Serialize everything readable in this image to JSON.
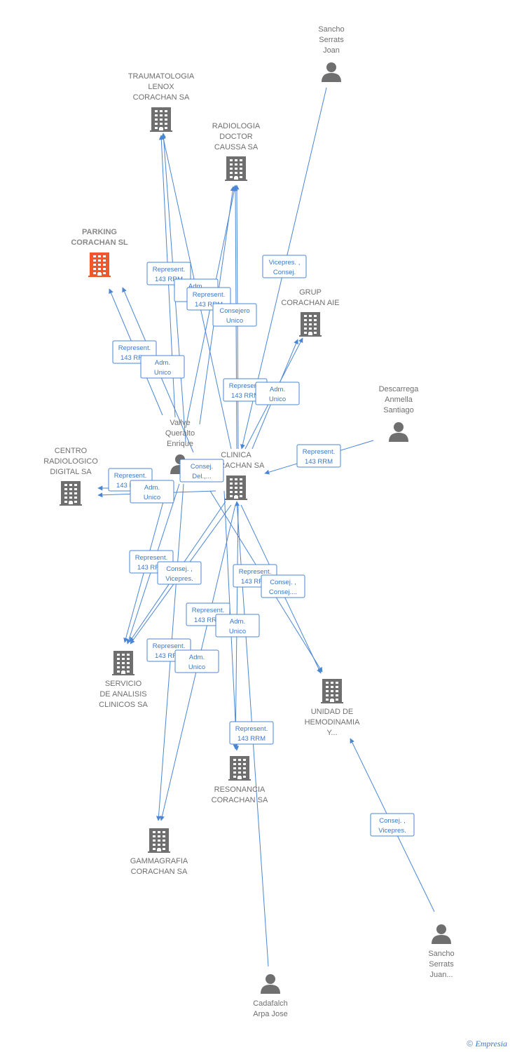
{
  "colors": {
    "edge": "#4a86d4",
    "company": "#6f6f6f",
    "company_highlight": "#f0582a",
    "person": "#6f6f6f"
  },
  "nodes": [
    {
      "id": "traumatologia",
      "type": "company",
      "label": [
        "TRAUMATOLOGIA",
        "LENOX",
        "CORACHAN SA"
      ]
    },
    {
      "id": "radiologia",
      "type": "company",
      "label": [
        "RADIOLOGIA",
        "DOCTOR",
        "CAUSSA SA"
      ]
    },
    {
      "id": "parking",
      "type": "company",
      "highlight": true,
      "label": [
        "PARKING",
        "CORACHAN SL"
      ]
    },
    {
      "id": "grup",
      "type": "company",
      "label": [
        "GRUP",
        "CORACHAN AIE"
      ]
    },
    {
      "id": "centro",
      "type": "company",
      "label": [
        "CENTRO",
        "RADIOLOGICO",
        "DIGITAL SA"
      ]
    },
    {
      "id": "clinica",
      "type": "company",
      "label": [
        "CLINICA",
        "CORACHAN SA"
      ]
    },
    {
      "id": "servicio",
      "type": "company",
      "label": [
        "SERVICIO",
        "DE ANALISIS",
        "CLINICOS SA"
      ]
    },
    {
      "id": "unidad",
      "type": "company",
      "label": [
        "UNIDAD DE",
        "HEMODINAMIA",
        "Y..."
      ]
    },
    {
      "id": "resonancia",
      "type": "company",
      "label": [
        "RESONANCIA",
        "CORACHAN SA"
      ]
    },
    {
      "id": "gammagrafia",
      "type": "company",
      "label": [
        "GAMMAGRAFIA",
        "CORACHAN SA"
      ]
    },
    {
      "id": "sancho_joan",
      "type": "person",
      "label": [
        "Sancho",
        "Serrats",
        "Joan"
      ]
    },
    {
      "id": "vallve",
      "type": "person",
      "label": [
        "Vallve",
        "Queralto",
        "Enrique"
      ]
    },
    {
      "id": "descarrega",
      "type": "person",
      "label": [
        "Descarrega",
        "Anmella",
        "Santiago"
      ]
    },
    {
      "id": "sancho_juan",
      "type": "person",
      "label": [
        "Sancho",
        "Serrats",
        "Juan..."
      ]
    },
    {
      "id": "cadafalch",
      "type": "person",
      "label": [
        "Cadafalch",
        "Arpa Jose"
      ]
    }
  ],
  "edge_labels": [
    {
      "id": "l1",
      "lines": [
        "Represent.",
        "143 RRM"
      ]
    },
    {
      "id": "l2",
      "lines": [
        "Adm.",
        "Unico"
      ]
    },
    {
      "id": "l3",
      "lines": [
        "Represent.",
        "143 RRM"
      ]
    },
    {
      "id": "l4",
      "lines": [
        "Consejero",
        "Unico"
      ]
    },
    {
      "id": "l5",
      "lines": [
        "Vicepres. ,",
        "Consej."
      ]
    },
    {
      "id": "l6",
      "lines": [
        "Represent.",
        "143 RRM"
      ]
    },
    {
      "id": "l7",
      "lines": [
        "Adm.",
        "Unico"
      ]
    },
    {
      "id": "l8",
      "lines": [
        "Represent.",
        "143 RRM"
      ]
    },
    {
      "id": "l9",
      "lines": [
        "Adm.",
        "Unico"
      ]
    },
    {
      "id": "l10",
      "lines": [
        "Represent.",
        "143 RRM"
      ]
    },
    {
      "id": "l11",
      "lines": [
        "Represent.",
        "143 RRM"
      ]
    },
    {
      "id": "l12",
      "lines": [
        "Adm.",
        "Unico"
      ]
    },
    {
      "id": "l13",
      "lines": [
        "Consej.",
        "Del.,..."
      ]
    },
    {
      "id": "l14",
      "lines": [
        "Represent.",
        "143 RRM"
      ]
    },
    {
      "id": "l15",
      "lines": [
        "Consej. ,",
        "Vicepres."
      ]
    },
    {
      "id": "l16",
      "lines": [
        "Represent.",
        "143 RRM"
      ]
    },
    {
      "id": "l17",
      "lines": [
        "Consej. ,",
        "Consej...."
      ]
    },
    {
      "id": "l18",
      "lines": [
        "Represent.",
        "143 RRM"
      ]
    },
    {
      "id": "l19",
      "lines": [
        "Adm.",
        "Unico"
      ]
    },
    {
      "id": "l20",
      "lines": [
        "Represent.",
        "143 RRM"
      ]
    },
    {
      "id": "l21",
      "lines": [
        "Adm.",
        "Unico"
      ]
    },
    {
      "id": "l22",
      "lines": [
        "Represent.",
        "143 RRM"
      ]
    },
    {
      "id": "l23",
      "lines": [
        "Consej. ,",
        "Vicepres."
      ]
    }
  ],
  "footer": {
    "copyright": "©",
    "brand": "Empresia"
  }
}
